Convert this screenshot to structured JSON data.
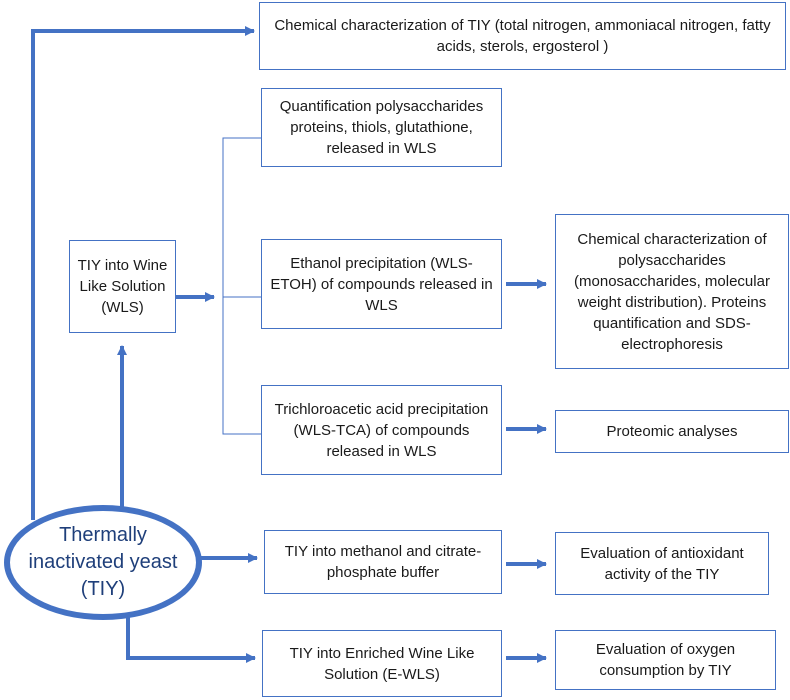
{
  "colors": {
    "stroke": "#4472c4",
    "text": "#1a1a1a"
  },
  "source": {
    "label": "Thermally inactivated yeast (TIY)"
  },
  "boxes": {
    "chem_char_tiy": "Chemical characterization of TIY (total nitrogen, ammoniacal nitrogen, fatty acids, sterols, ergosterol )",
    "tiy_wls": "TIY into Wine Like Solution (WLS)",
    "quantification": "Quantification polysaccharides proteins, thiols, glutathione, released in WLS",
    "ethanol": "Ethanol precipitation (WLS-ETOH) of compounds released in WLS",
    "chem_char_poly": "Chemical characterization of polysaccharides (monosaccharides, molecular weight distribution). Proteins quantification and SDS-electrophoresis",
    "tca": "Trichloroacetic acid precipitation (WLS-TCA) of compounds released in WLS",
    "proteomic": "Proteomic analyses",
    "methanol": "TIY into methanol and citrate-phosphate buffer",
    "antioxidant": "Evaluation of antioxidant activity of the TIY",
    "ewls": "TIY into Enriched Wine Like Solution (E-WLS)",
    "oxygen": "Evaluation  of oxygen consumption by  TIY"
  }
}
